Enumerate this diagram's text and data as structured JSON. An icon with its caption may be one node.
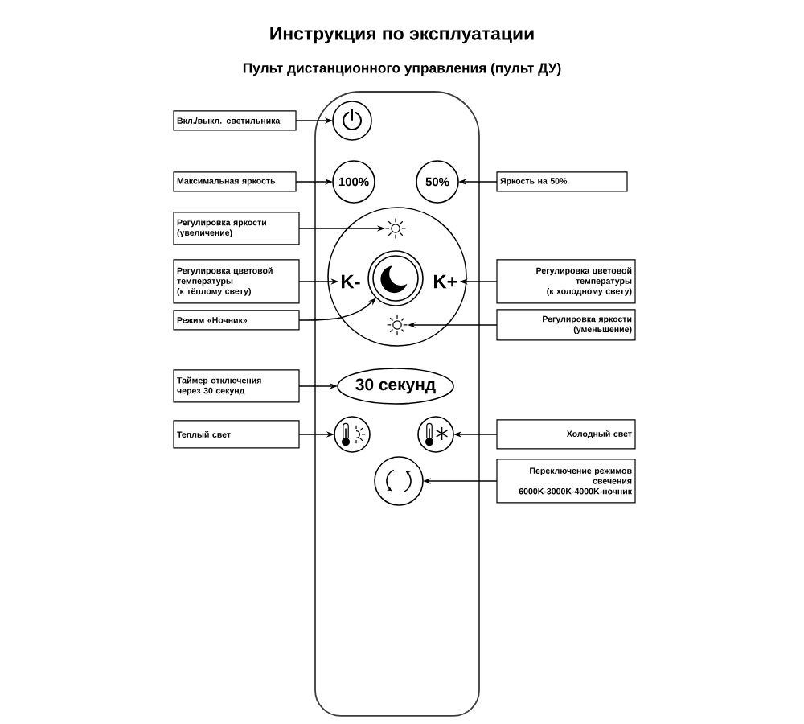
{
  "diagram": {
    "title": "Инструкция по эксплуатации",
    "nodes": [
      {
        "text": [],
        "shape": "box"
      },
      {
        "text": [],
        "shape": "circle",
        "in": 0
      },
      {
        "text": [
          "100%"
        ],
        "in": 0
      },
      {
        "text": [
          "50%"
        ],
        "in": 0
      },
      {
        "text": [],
        "shape": "circle",
        "in": 0
      },
      {
        "text": [],
        "shape": "sun",
        "in": 4
      },
      {
        "text": [
          "K-"
        ],
        "in": 4
      },
      {
        "text": [],
        "shape": "circle",
        "in": 4
      },
      {
        "text": [
          "K+"
        ],
        "in": 4
      },
      {
        "text": [],
        "shape": "sun",
        "in": 4
      },
      {
        "text": [
          "30 секунд"
        ],
        "in": 0
      },
      {
        "text": [],
        "shape": "circle",
        "in": 0
      },
      {
        "text": [],
        "shape": "circle",
        "in": 0
      },
      {
        "text": [],
        "shape": "circle",
        "in": 0
      },
      {
        "text": [
          "Вкл./выкл. светильника"
        ]
      },
      {
        "text": [
          "Максимальная яркость"
        ]
      },
      {
        "text": [
          "Яркость на 50%"
        ]
      },
      {
        "text": [
          "Регулировка яркости (увеличение)"
        ]
      },
      {
        "text": [
          "Регулировка цветовой температуры (к тёплому свету)"
        ]
      },
      {
        "text": [
          "Регулировка цветовой температуры (к холодному свету)"
        ]
      },
      {
        "text": [
          "Режим «Ночник»"
        ]
      },
      {
        "text": [
          "Регулировка яркости (уменьшение)"
        ]
      },
      {
        "text": [
          "Таймер отключения через 30 секунд"
        ]
      },
      {
        "text": [
          "Теплый свет"
        ]
      },
      {
        "text": [
          "Холодный свет"
        ]
      },
      {
        "text": [
          "Переключение режимов свечения 6000K-3000K-4000K-ночник"
        ]
      }
    ],
    "edges": [
      {
        "from": 14,
        "to": 1,
        "arrow": "to"
      },
      {
        "from": 15,
        "to": 2,
        "arrow": "to"
      },
      {
        "from": 16,
        "to": 3,
        "arrow": "to"
      },
      {
        "from": 17,
        "to": 5,
        "arrow": "to"
      },
      {
        "from": 18,
        "to": 6,
        "arrow": "to"
      },
      {
        "from": 19,
        "to": 8,
        "arrow": "to"
      },
      {
        "from": 20,
        "to": 7,
        "arrow": "to"
      },
      {
        "from": 21,
        "to": 9,
        "arrow": "to"
      },
      {
        "from": 22,
        "to": 10,
        "arrow": "to"
      },
      {
        "from": 23,
        "to": 11,
        "arrow": "to"
      },
      {
        "from": 24,
        "to": 12,
        "arrow": "to"
      },
      {
        "from": 25,
        "to": 13,
        "arrow": "to"
      }
    ],
    "labels": [
      "Пульт дистанционного управления (пульт ДУ)"
    ]
  }
}
